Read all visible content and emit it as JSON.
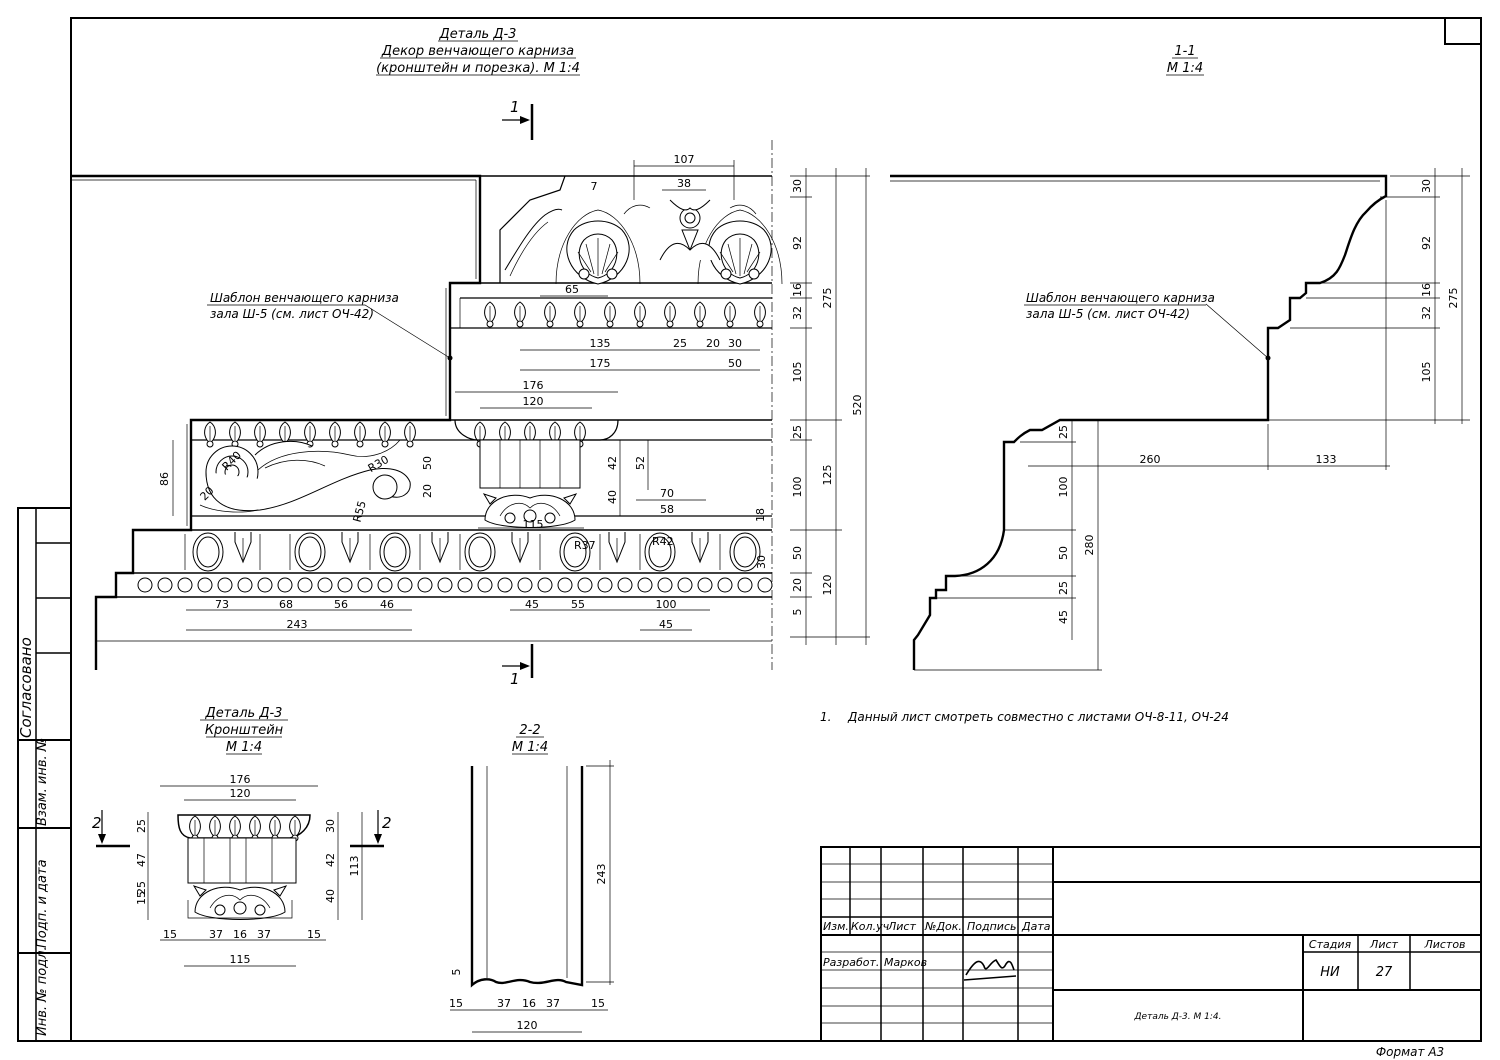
{
  "titles": {
    "detail_main": [
      "Деталь Д-3",
      "Декор венчающего карниза",
      "(кронштейн и порезка). М 1:4"
    ],
    "section_11": [
      "1-1",
      "М 1:4"
    ],
    "detail_bracket": [
      "Деталь Д-3",
      "Кронштейн",
      "М 1:4"
    ],
    "section_22": [
      "2-2",
      "М 1:4"
    ]
  },
  "cut_marks": {
    "mark_1": "1",
    "mark_2": "2"
  },
  "callouts": {
    "template_left": [
      "Шаблон венчающего карниза",
      "зала Ш-5 (см. лист ОЧ-42)"
    ],
    "template_right": [
      "Шаблон венчающего карниза",
      "зала Ш-5 (см. лист ОЧ-42)"
    ]
  },
  "note": {
    "number": "1.",
    "text": "Данный лист смотреть совместно с листами ОЧ-8-11, ОЧ-24"
  },
  "side_stamp": [
    "Согласовано",
    "Взам. инв. №",
    "Подп. и дата",
    "Инв. № подл."
  ],
  "title_block": {
    "headers": [
      "Изм.",
      "Кол.уч",
      "Лист",
      "№Док.",
      "Подпись",
      "Дата"
    ],
    "role": "Разработ.",
    "name": "Марков",
    "stage_header": "Стадия",
    "sheet_header": "Лист",
    "sheets_header": "Листов",
    "stage": "НИ",
    "sheet": "27",
    "doc_title": "Деталь Д-3. М 1:4."
  },
  "format": "Формат А3",
  "dims": {
    "main_top": [
      "107",
      "38",
      "7"
    ],
    "main_mid": [
      "65",
      "135",
      "25",
      "20",
      "30",
      "175",
      "50",
      "176",
      "120"
    ],
    "main_brk": [
      "R40",
      "20",
      "R55",
      "R30",
      "86",
      "50",
      "20",
      "42",
      "52",
      "40",
      "70",
      "58",
      "115",
      "18"
    ],
    "main_bottom": [
      "R37",
      "R42",
      "73",
      "68",
      "56",
      "46",
      "243",
      "45",
      "55",
      "100",
      "45"
    ],
    "main_right": [
      "30",
      "92",
      "16",
      "32",
      "105",
      "25",
      "100",
      "50",
      "30",
      "20",
      "5",
      "275",
      "125",
      "120",
      "520"
    ],
    "sec11": [
      "30",
      "92",
      "16",
      "32",
      "105",
      "275",
      "260",
      "133",
      "25",
      "100",
      "50",
      "25",
      "45",
      "280"
    ],
    "bracket": [
      "176",
      "120",
      "25",
      "47",
      "15",
      "25",
      "30",
      "42",
      "40",
      "113",
      "15",
      "37",
      "16",
      "37",
      "15",
      "115"
    ],
    "sec22": [
      "243",
      "5",
      "15",
      "37",
      "16",
      "37",
      "15",
      "120"
    ]
  }
}
